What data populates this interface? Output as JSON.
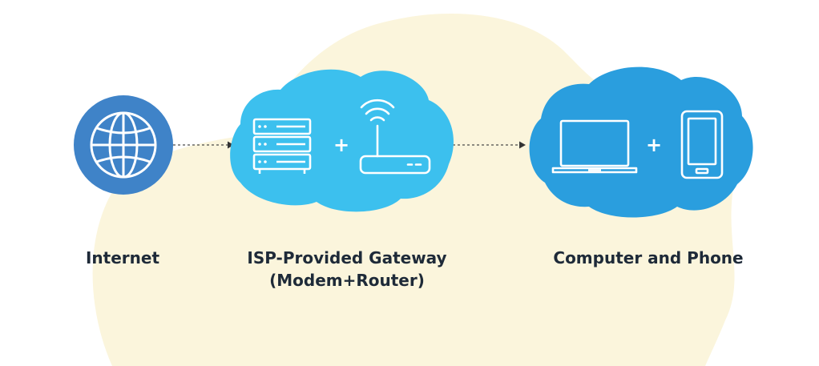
{
  "nodes": {
    "internet": {
      "label": "Internet",
      "icon": "globe-icon",
      "color": "#3f83c8"
    },
    "gateway": {
      "label_line1": "ISP-Provided Gateway",
      "label_line2": "(Modem+Router)",
      "icons": [
        "server-icon",
        "wifi-router-icon"
      ],
      "plus": "+",
      "color": "#3cc0ee"
    },
    "devices": {
      "label": "Computer and Phone",
      "icons": [
        "laptop-icon",
        "smartphone-icon"
      ],
      "plus": "+",
      "color": "#2a9ede"
    }
  },
  "edges": [
    {
      "from": "internet",
      "to": "gateway",
      "style": "dashed-arrow"
    },
    {
      "from": "gateway",
      "to": "devices",
      "style": "dashed-arrow"
    }
  ],
  "colors": {
    "background_blob": "#fbf5dc",
    "icon_stroke": "#ffffff",
    "arrow": "#4a4a4a",
    "label_text": "#1e2a38"
  }
}
